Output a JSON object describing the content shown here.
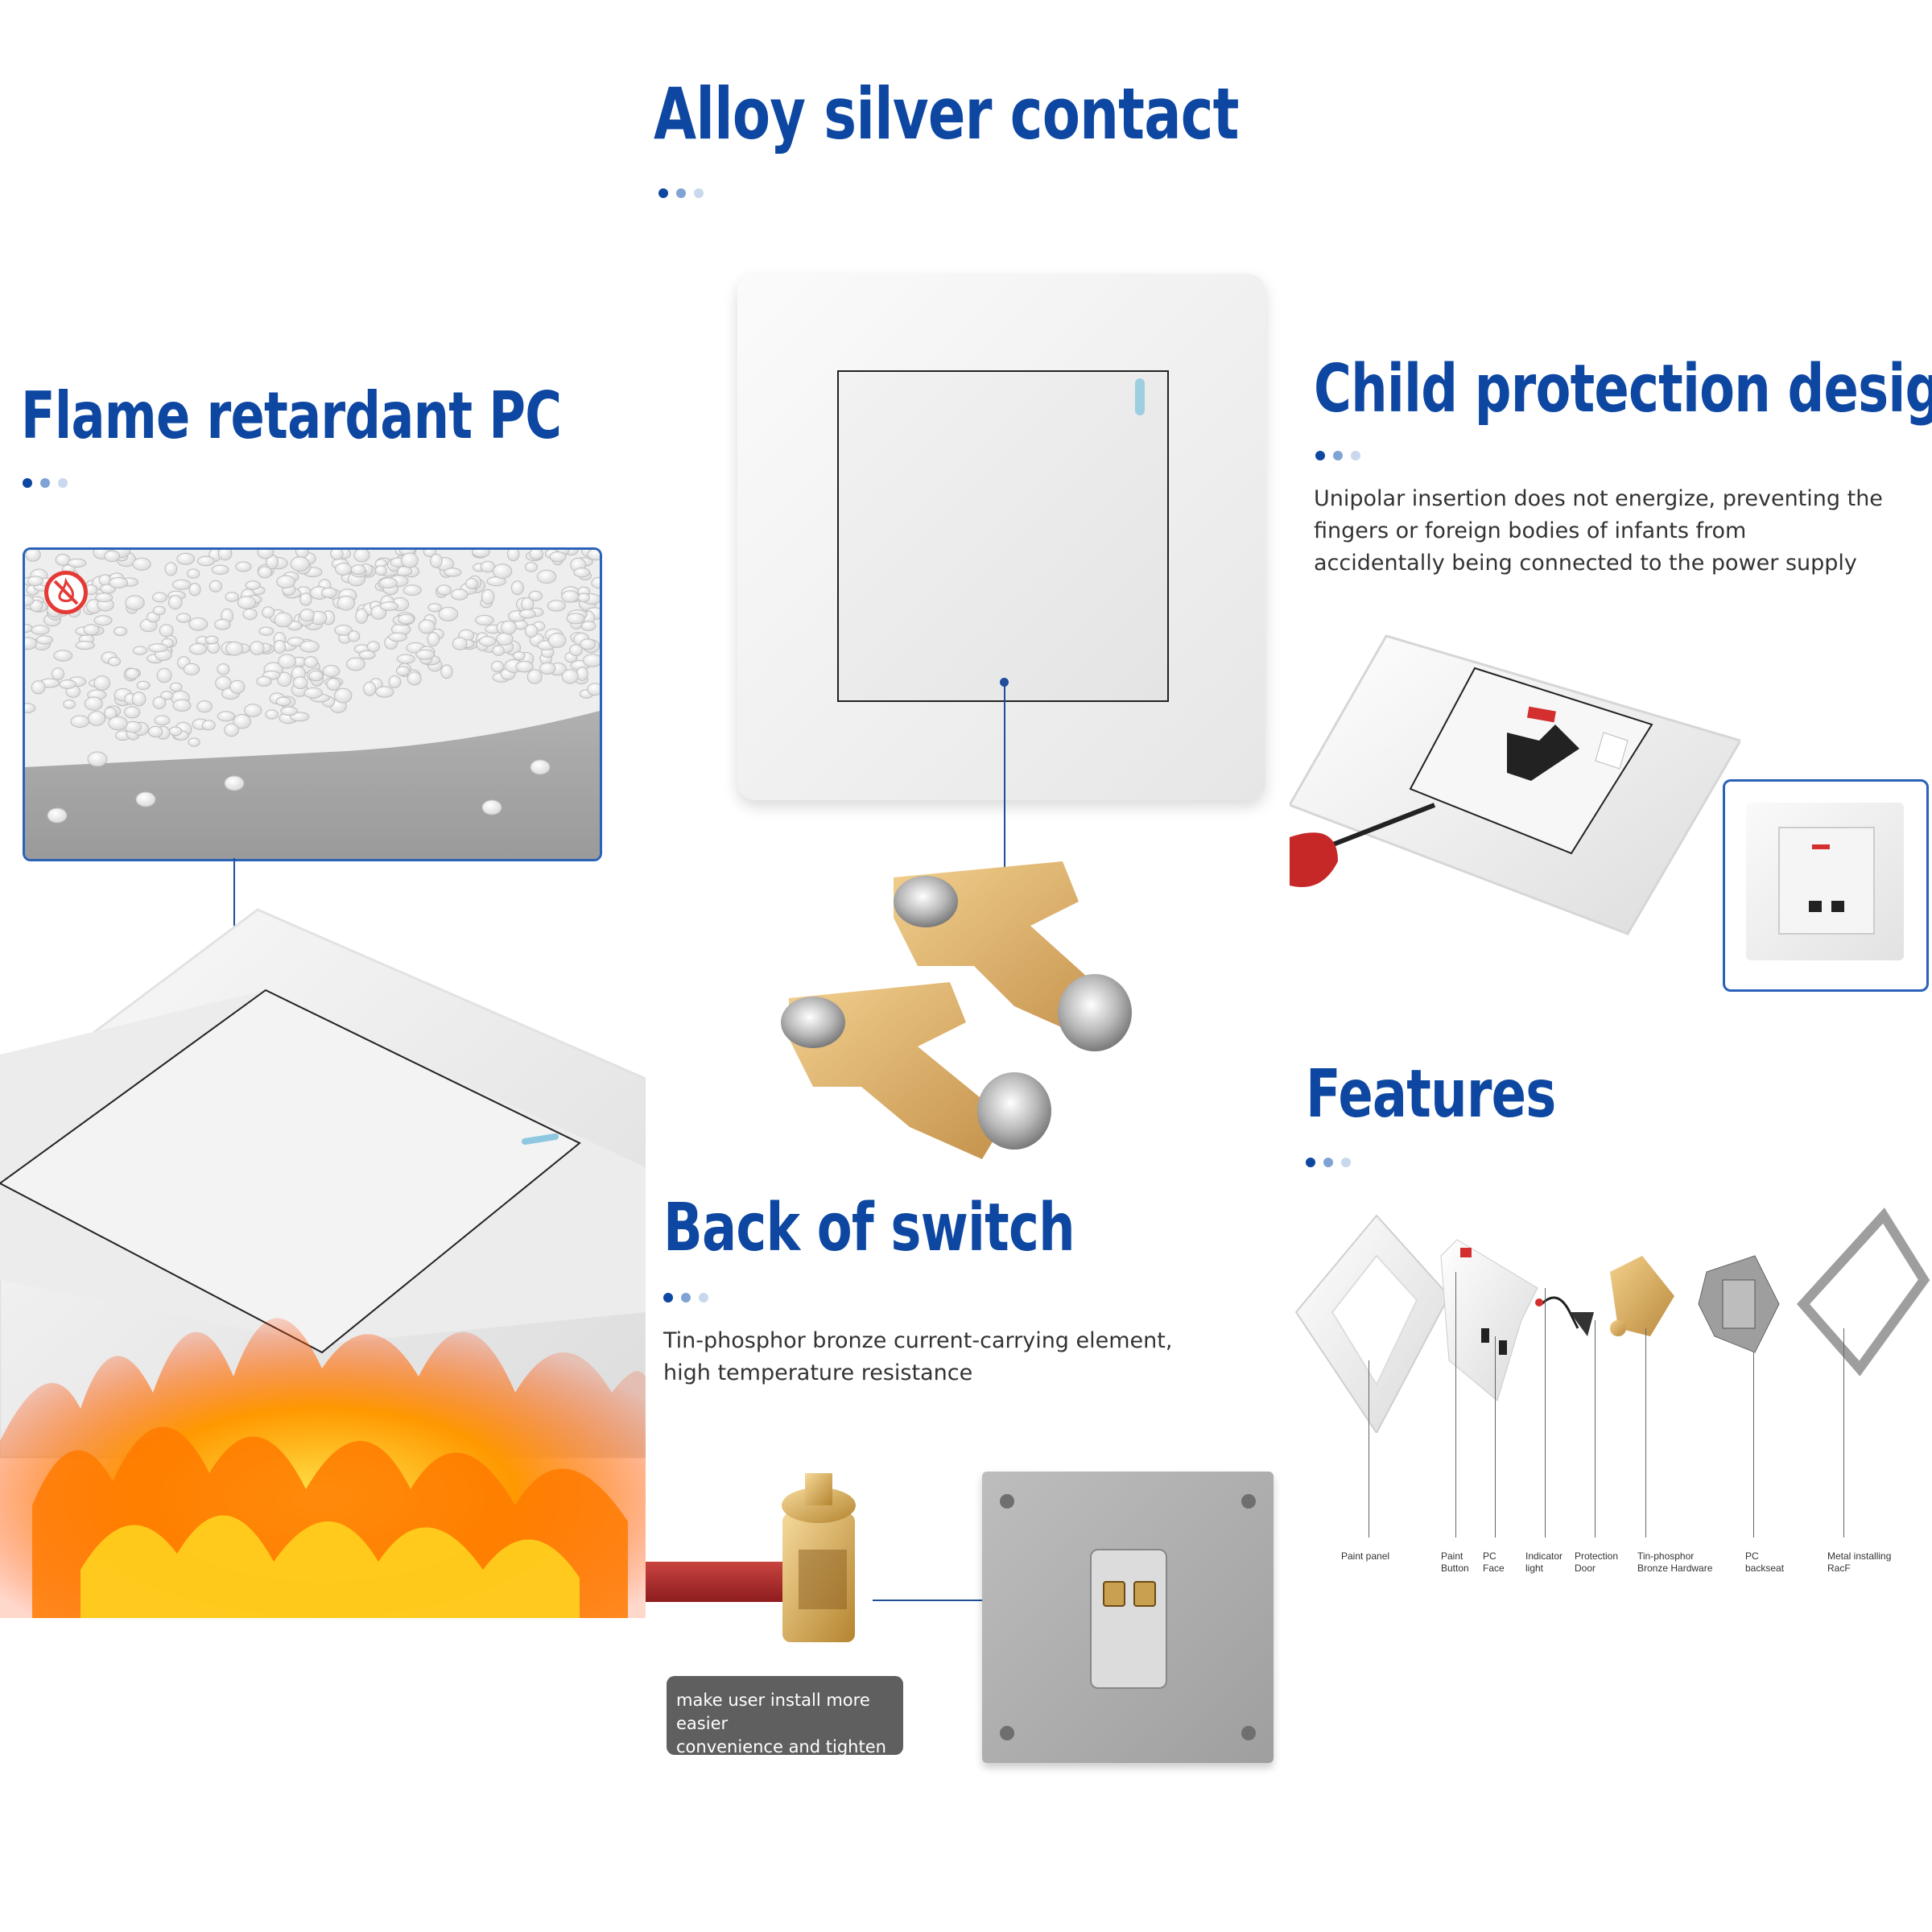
{
  "headings": {
    "alloy": "Alloy silver contact",
    "flame": "Flame retardant PC",
    "child": "Child protection design",
    "features": "Features",
    "back": "Back of switch"
  },
  "child_text": [
    "Unipolar insertion does not energize, preventing the",
    "fingers or foreign bodies of infants from",
    "accidentally being connected to the power supply"
  ],
  "back_text": [
    "Tin-phosphor bronze current-carrying element,",
    "high temperature resistance"
  ],
  "install_note": [
    "make user install more easier",
    "convenience and tighten"
  ],
  "feature_labels": [
    {
      "line1": "Paint panel",
      "line2": ""
    },
    {
      "line1": "Paint",
      "line2": "Button"
    },
    {
      "line1": "PC",
      "line2": "Face"
    },
    {
      "line1": "Indicator",
      "line2": "light"
    },
    {
      "line1": "Protection",
      "line2": "Door"
    },
    {
      "line1": "Tin-phosphor",
      "line2": "Bronze Hardware"
    },
    {
      "line1": "PC",
      "line2": "backseat"
    },
    {
      "line1": "Metal installing",
      "line2": "RacF"
    }
  ],
  "colors": {
    "heading_blue": "#0d47a1",
    "gold": "#d9a75a",
    "flame_orange": "#ff6a00",
    "indicator_red": "#d32f2f",
    "wire_red": "#b3282d"
  },
  "icons": {
    "no_fire": "no-fire-icon"
  }
}
